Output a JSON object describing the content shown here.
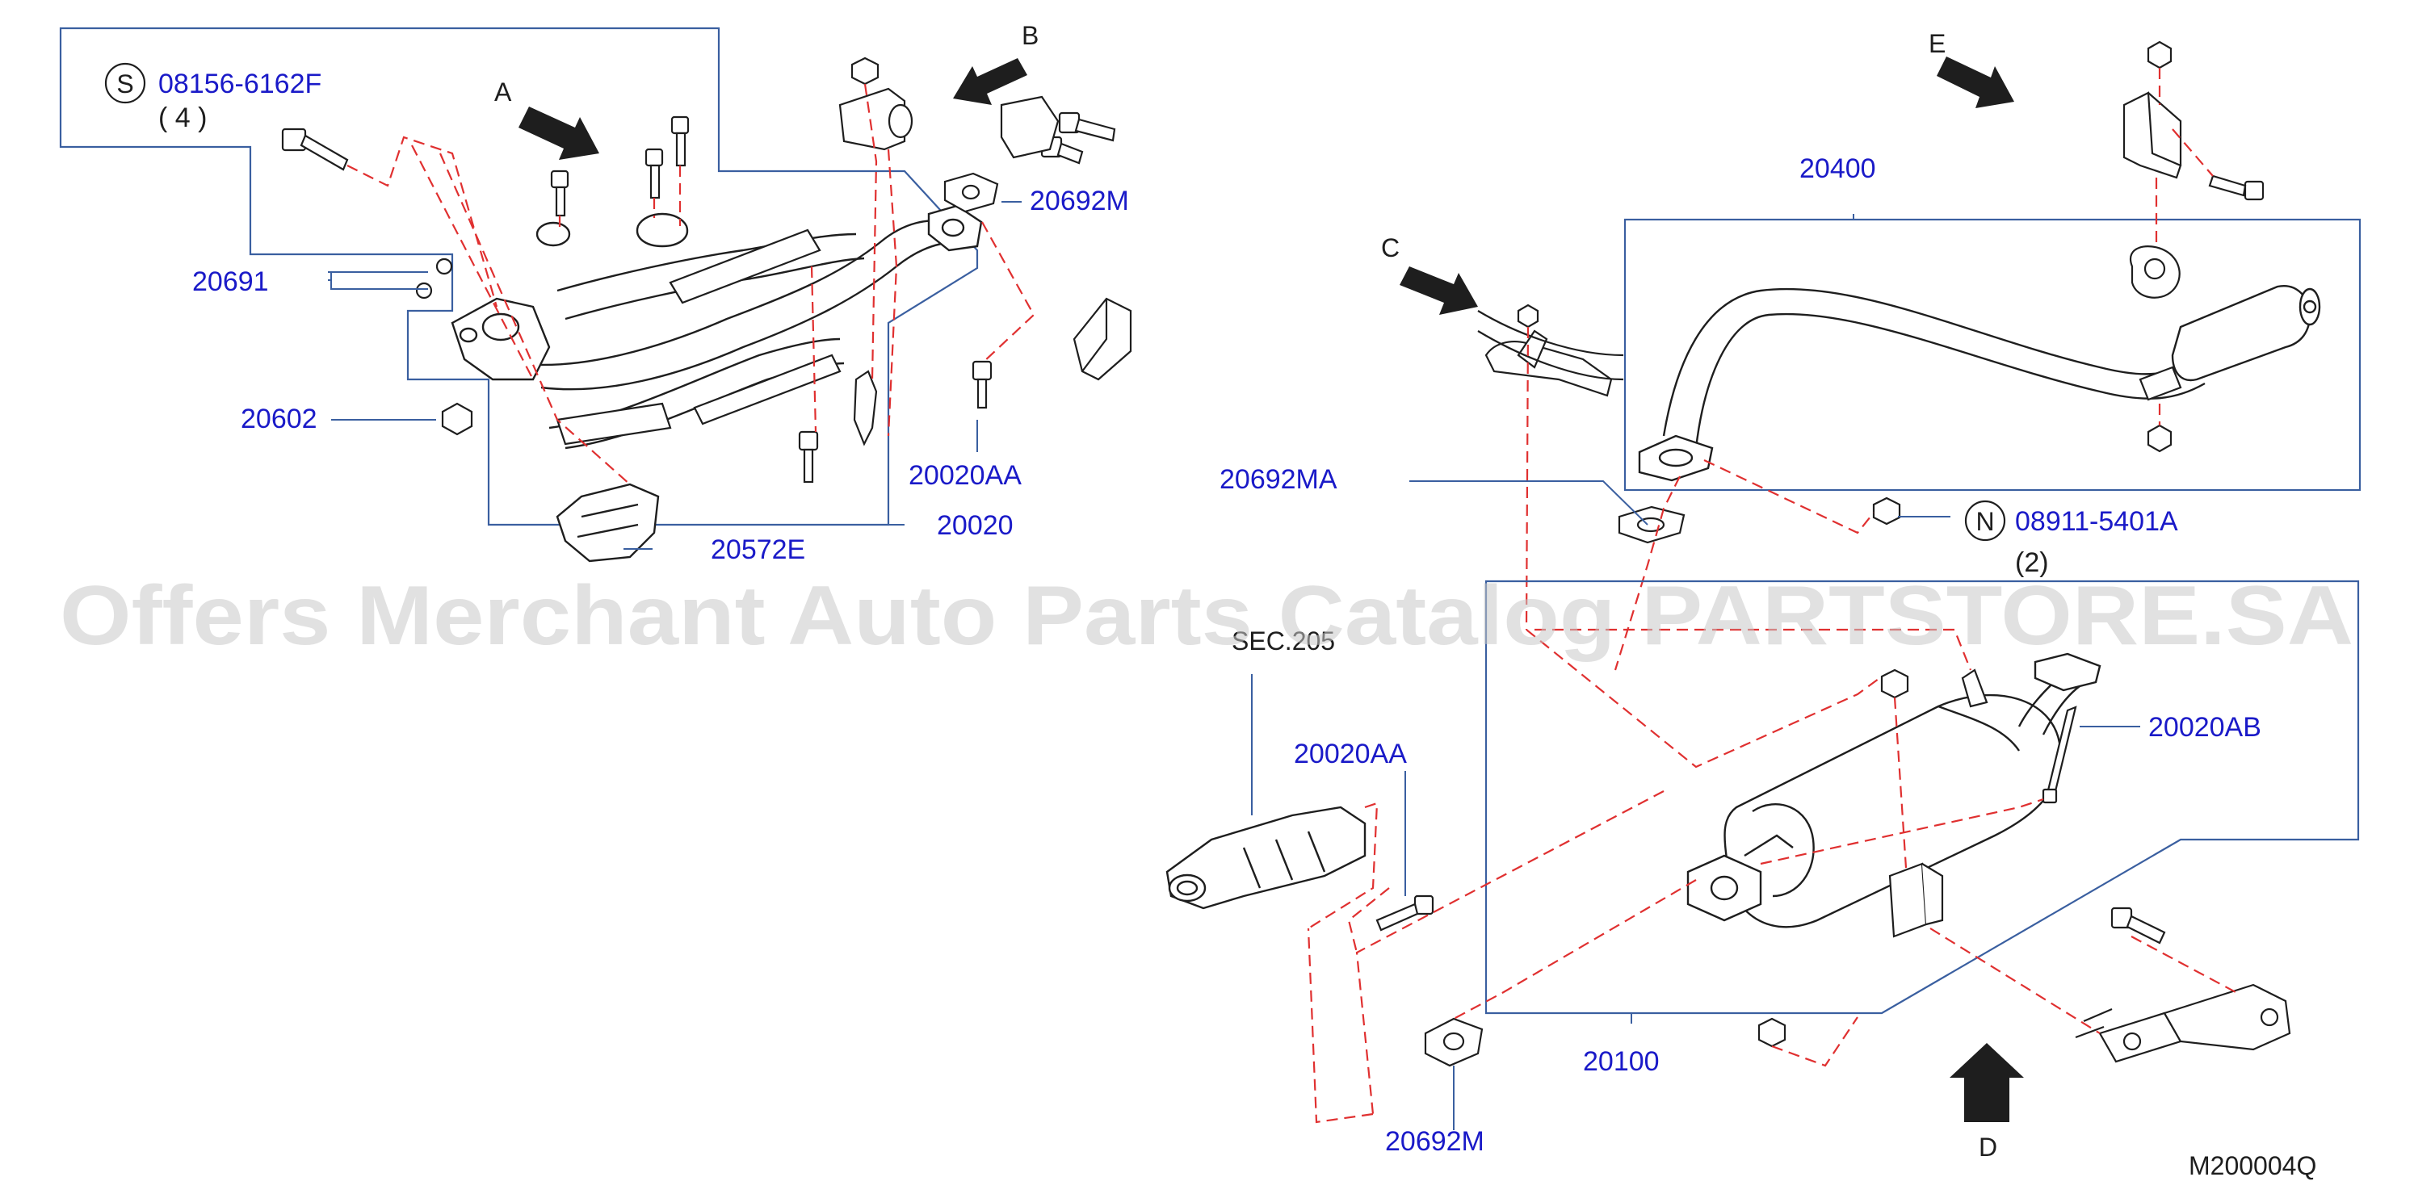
{
  "colors": {
    "part_number": "#1a1ac8",
    "leader_line": "#3a5fa0",
    "dash_line": "#e03030",
    "part_outline": "#1e1e1e",
    "watermark": "#d0d0d0",
    "background": "#ffffff"
  },
  "watermark": "Offers Merchant Auto Parts Catalog PARTSTORE.SA",
  "views": {
    "a": "A",
    "b": "B",
    "c": "C",
    "d": "D",
    "e": "E"
  },
  "callouts": {
    "s_symbol": "S",
    "s_part": "08156-6162F",
    "s_qty": "( 4 )",
    "p20691": "20691",
    "p20602": "20602",
    "p20572e": "20572E",
    "p20020": "20020",
    "p20020aa_top": "20020AA",
    "p20692m_top": "20692M",
    "p20400": "20400",
    "p20692ma": "20692MA",
    "n_symbol": "N",
    "n_part": "08911-5401A",
    "n_qty": "(2)",
    "sec_ref": "SEC.205",
    "p20020aa_bottom": "20020AA",
    "p20020ab": "20020AB",
    "p20100": "20100",
    "p20692m_bottom": "20692M"
  },
  "diagram_code": "M200004Q",
  "icons": [
    "arrow-icon",
    "bolt-icon",
    "nut-icon",
    "clamp-icon",
    "gasket-icon",
    "bracket-icon",
    "hanger-icon",
    "heat-shield-icon"
  ]
}
